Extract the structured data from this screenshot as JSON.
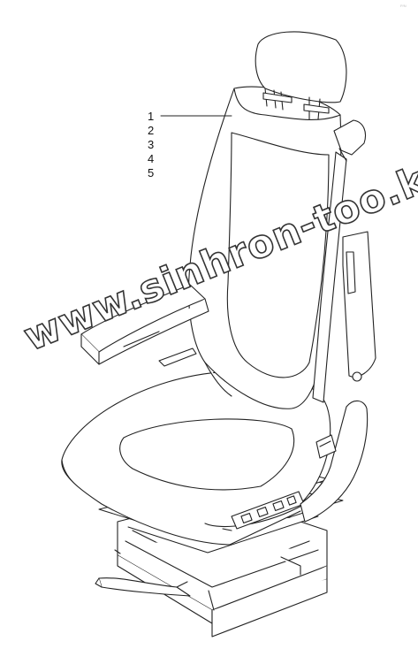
{
  "callouts": [
    "1",
    "2",
    "3",
    "4",
    "5"
  ],
  "watermark": "www.sinhron-too.kz",
  "corner_mark": "P/N"
}
